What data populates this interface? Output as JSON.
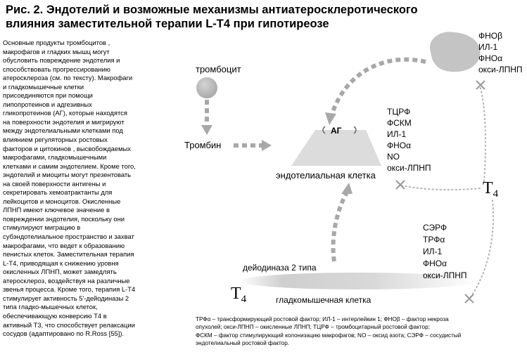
{
  "title": {
    "prefix": "Рис. 2.",
    "line1": " Эндотелий и возможные механизмы антиатеросклеротического",
    "line2": "влияния заместительной терапии L-T4 при гипотиреозе"
  },
  "body_lines": [
    "Основные продукты тромбоцитов ,",
    "макрофагов и гладких мышц могут",
    "обусловить повреждение эндотелия и",
    "способствовать прогрессированию",
    "атеросклероза (см. по тексту). Макрофаги",
    "и гладкомышечные клетки",
    "присоединяются при помощи",
    "липопротеинов и адгезивных",
    "гликопротеинов (АГ), которые находятся",
    "на поверхности эндотелия и мигрируют",
    "между эндотелиальными клетками под",
    "влиянием регуляторных ростовых",
    "факторов и цитокинов , высвобождаемых",
    "макрофагами, гладкомышечными",
    "клетками и самим эндотелием. Кроме того,",
    "эндотелий и миоциты могут презентовать",
    "на своей поверхности антигены и",
    "секретировать хемоатрактанты для",
    "лейкоцитов и моноцитов. Окисленные",
    "ЛПНП имеют ключевое значение в",
    "повреждении эндотелия, поскольку они",
    "стимулируют миграцию в",
    "субэндотелиальное пространство и захват",
    "макрофагами, что ведет к образованию",
    "пенистых клеток. Заместительная терапия",
    "L-T4, приводящая к снижению уровня",
    "окисленных ЛПНП, может замедлять",
    "атеросклероз, воздействуя на различные",
    "звенья процесса. Кроме того, терапия L-T4",
    "стимулирует активность 5'-дейодиназы 2",
    "типа гладко-мышечных клеток,",
    "обеспечивающую конверсию Т4 в",
    "активный Т3, что способствует релаксации",
    "сосудов (адаптировано по R.Ross [55])."
  ],
  "diagram": {
    "platelet_label": "тромбоцит",
    "thrombin_label": "Тромбин",
    "ag_label": "АГ",
    "endothelial_label": "эндотелиальная клетка",
    "deiodinase_label": "дейодиназа 2 типа",
    "smooth_muscle_label": "гладкомышечная клетка",
    "t4_main": "T",
    "t4_sub": "4",
    "macrophage_factors": [
      "ФНОβ",
      "ИЛ-1",
      "ФНОα",
      "окси-ЛПНП"
    ],
    "endothelial_factors": [
      "ТЦРФ",
      "ФСКМ",
      "ИЛ-1",
      "ФНОα",
      "NO",
      "окси-ЛПНП"
    ],
    "smooth_muscle_factors": [
      "СЭРФ",
      "ТРФα",
      "ИЛ-1",
      "ФНОα",
      "окси-ЛПНП"
    ],
    "colors": {
      "arrow": "#a8a8a8",
      "dots": "#b4b4b4",
      "cross": "#9a9a9a",
      "cell": "#dcdcdc",
      "platelet": "#b8b8b8"
    }
  },
  "footnote_lines": [
    "ТРФα – трансформирующий ростовой фактор; ИЛ-1 – интерлейкин 1; ФНОβ – фактор некроза",
    "опухолей; окси-ЛПНП – окисленные ЛПНП; ТЦРФ – тромбоцитарный ростовой фактор;",
    "ФСКМ – фактор стимулирующий колонизацию макрофагов; NO – оксид азота; СЭРФ – сосудистый",
    "эндотелиальный ростовой фактор."
  ]
}
